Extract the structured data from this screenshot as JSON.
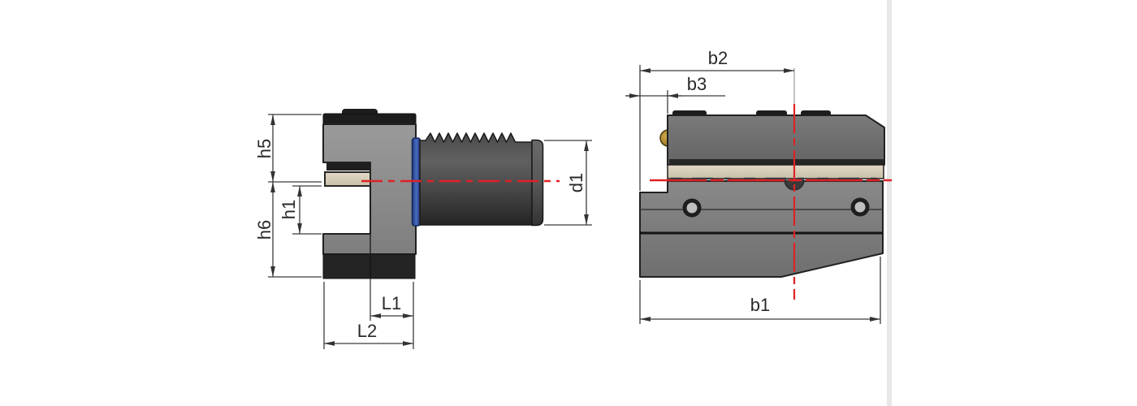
{
  "drawing": {
    "side_view": {
      "labels": {
        "h5": "h5",
        "h1": "h1",
        "h6": "h6",
        "d1": "d1",
        "L1": "L1",
        "L2": "L2"
      }
    },
    "front_view": {
      "labels": {
        "b2": "b2",
        "b3": "b3",
        "b1": "b1"
      }
    }
  },
  "colors": {
    "centerline_red": "#df2126",
    "dimension_line": "#3c3c3c",
    "label_text": "#2a2a2a",
    "side_body_gray": "#8a8a8a",
    "front_upper_gray": "#6e6e6e",
    "front_lower_gray": "#7b7b7b",
    "black_component": "#222222",
    "clamp_beige": "#d6cdb9",
    "collar_blue": "#2a4a9c",
    "shank_gray": "#454545",
    "screw_brass": "#a8832f"
  }
}
